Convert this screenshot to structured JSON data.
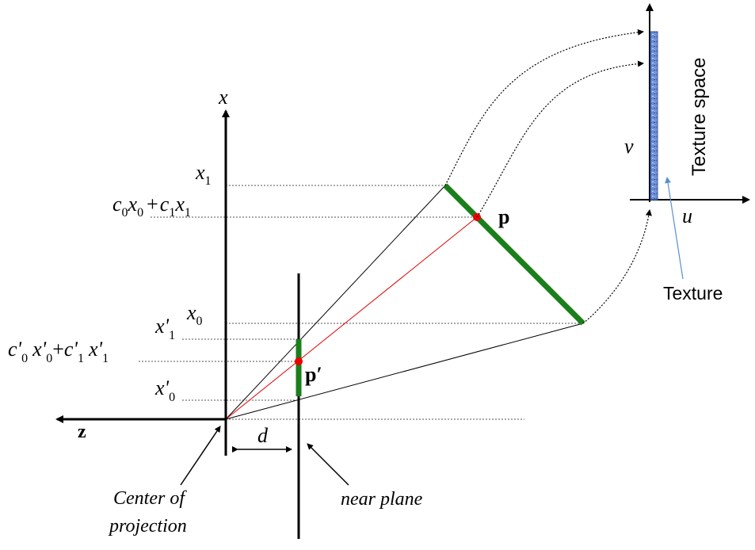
{
  "labels": {
    "x_axis": "x",
    "z_axis": "z",
    "x1": "x",
    "x1_sub": "1",
    "c0x0c1x1": {
      "c0": "c",
      "c0_sub": "0",
      "x0": "x",
      "x0_sub": "0",
      "plus": "+",
      "c1": "c",
      "c1_sub": "1",
      "x1": "x",
      "x1_sub": "1"
    },
    "x0": "x",
    "x0_sub": "0",
    "x1_prime": "x'",
    "x1_prime_sub": "1",
    "c_prime_expr": {
      "c0": "c'",
      "c0_sub": "0",
      "x0": "x'",
      "x0_sub": "0",
      "plus": "+",
      "c1": "c'",
      "c1_sub": "1",
      "x1": "x'",
      "x1_sub": "1"
    },
    "x0_prime": "x'",
    "x0_prime_sub": "0",
    "p": "p",
    "p_prime": "p′",
    "d": "d",
    "center_line1": "Center of",
    "center_line2": "projection",
    "near_plane": "near plane",
    "v": "v",
    "u": "u",
    "texture_space": "Texture space",
    "texture": "Texture"
  },
  "colors": {
    "axis": "#000000",
    "segment": "#1a7f1a",
    "ray_highlight": "#e00000",
    "point": "#ee0000",
    "texture_fill": "#6f8fd6",
    "texture_arrow": "#5a8fd0"
  },
  "icons": [
    "arrowhead-icon",
    "texture-noise-icon"
  ]
}
